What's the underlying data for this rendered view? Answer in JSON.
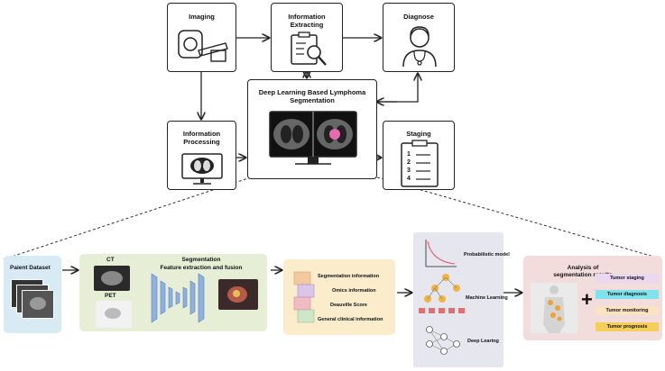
{
  "top": {
    "imaging": "Imaging",
    "info_extract_1": "Information",
    "info_extract_2": "Extracting",
    "diagnose": "Diagnose",
    "info_proc_1": "Information",
    "info_proc_2": "Processing",
    "dl_1": "Deep Learning Based Lymphoma",
    "dl_2": "Segmentation",
    "staging": "Staging",
    "staging_list": [
      "1",
      "2",
      "3",
      "4"
    ]
  },
  "bottom": {
    "patient": "Paient Dataset",
    "ct": "CT",
    "pet": "PET",
    "seg_1": "Segmentation",
    "seg_2": "Feature extraction and fusion",
    "info_items": [
      "Segmentation information",
      "Omics information",
      "Deauville Score",
      "General clinical information"
    ],
    "prob_model": "Probabilistic model",
    "ml": "Machine Learning",
    "dl": "Deep Learing",
    "analysis_1": "Analysis of",
    "analysis_2": "segmentation results",
    "plus": "+",
    "tags": [
      "Tumor staging",
      "Tumor diagnosis",
      "Tumor monitoring",
      "Tumor prognosis"
    ]
  },
  "colors": {
    "patient_bg": "#d8ebf5",
    "seg_bg": "#e6efd6",
    "info_bg": "#fbeccc",
    "models_bg": "#e6e6ee",
    "analysis_bg": "#f3dcdc",
    "tag_staging": "#ead8f0",
    "tag_diagnosis": "#7fe3ee",
    "tag_monitoring": "#fbe2c0",
    "tag_prognosis": "#f5cf5a"
  }
}
